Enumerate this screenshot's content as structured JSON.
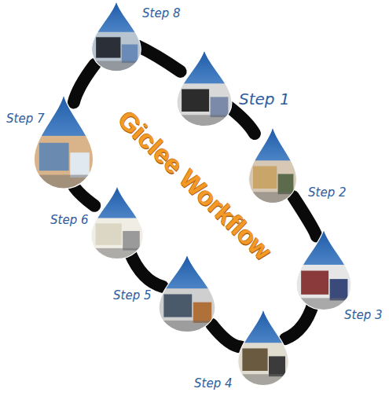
{
  "diagram": {
    "title": "Giclee Workflow",
    "nodes": [
      {
        "text": [
          "Step 1"
        ]
      },
      {
        "text": [
          "Step 2"
        ]
      },
      {
        "text": [
          "Step 3"
        ]
      },
      {
        "text": [
          "Step 4"
        ]
      },
      {
        "text": [
          "Step 5"
        ]
      },
      {
        "text": [
          "Step 6"
        ]
      },
      {
        "text": [
          "Step 7"
        ]
      },
      {
        "text": [
          "Step 8"
        ]
      }
    ],
    "edges": [
      {
        "from": 0,
        "to": 1,
        "arrow": "none"
      },
      {
        "from": 1,
        "to": 2,
        "arrow": "none"
      },
      {
        "from": 2,
        "to": 3,
        "arrow": "none"
      },
      {
        "from": 3,
        "to": 4,
        "arrow": "none"
      },
      {
        "from": 4,
        "to": 5,
        "arrow": "none"
      },
      {
        "from": 5,
        "to": 6,
        "arrow": "none"
      },
      {
        "from": 6,
        "to": 7,
        "arrow": "none"
      },
      {
        "from": 7,
        "to": 0,
        "arrow": "none"
      }
    ]
  }
}
